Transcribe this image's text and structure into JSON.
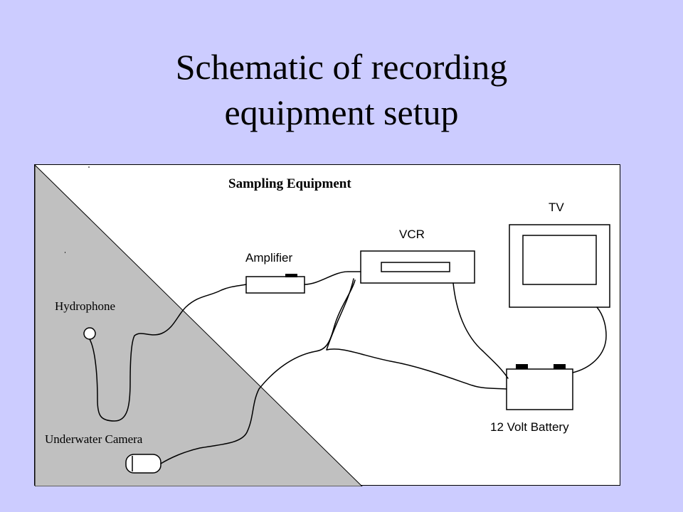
{
  "slide": {
    "title_line1": "Schematic of recording",
    "title_line2": "equipment setup",
    "background_color": "#ccccff"
  },
  "diagram": {
    "heading": "Sampling Equipment",
    "water_color": "#c0c0c0",
    "labels": {
      "amplifier": "Amplifier",
      "vcr": "VCR",
      "tv": "TV",
      "hydrophone": "Hydrophone",
      "underwater_camera": "Underwater Camera",
      "battery": "12 Volt Battery"
    }
  }
}
